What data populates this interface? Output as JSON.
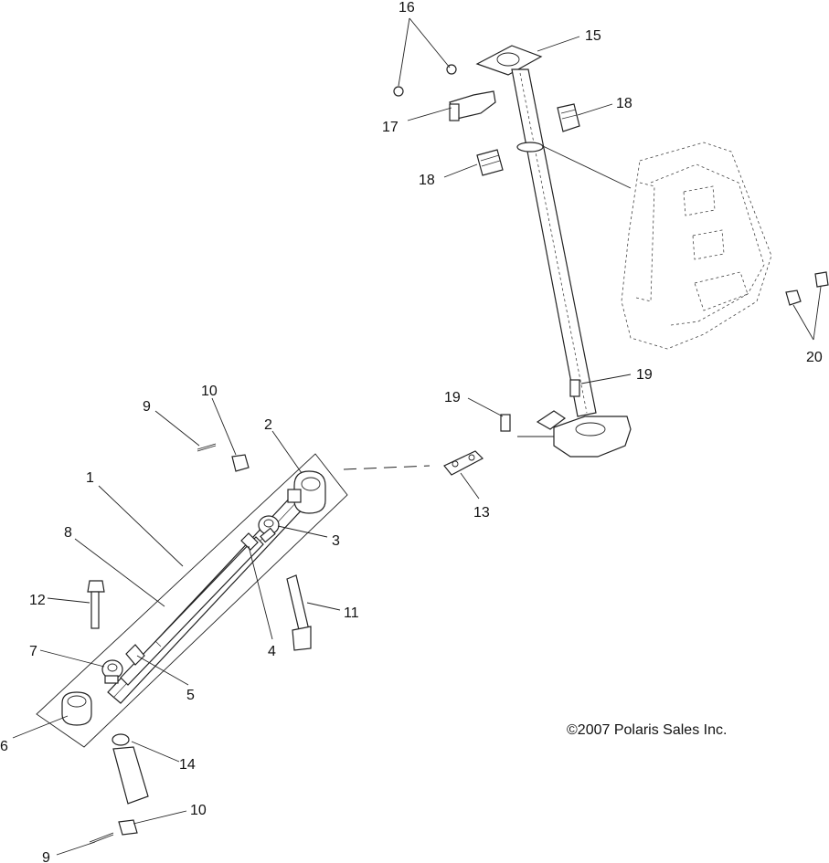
{
  "callouts": [
    {
      "id": "c1",
      "label": "1"
    },
    {
      "id": "c2",
      "label": "2"
    },
    {
      "id": "c3",
      "label": "3"
    },
    {
      "id": "c4",
      "label": "4"
    },
    {
      "id": "c5",
      "label": "5"
    },
    {
      "id": "c6",
      "label": "6"
    },
    {
      "id": "c7",
      "label": "7"
    },
    {
      "id": "c8",
      "label": "8"
    },
    {
      "id": "c9a",
      "label": "9"
    },
    {
      "id": "c9b",
      "label": "9"
    },
    {
      "id": "c10a",
      "label": "10"
    },
    {
      "id": "c10b",
      "label": "10"
    },
    {
      "id": "c11",
      "label": "11"
    },
    {
      "id": "c12",
      "label": "12"
    },
    {
      "id": "c13",
      "label": "13"
    },
    {
      "id": "c14",
      "label": "14"
    },
    {
      "id": "c15",
      "label": "15"
    },
    {
      "id": "c16",
      "label": "16"
    },
    {
      "id": "c17",
      "label": "17"
    },
    {
      "id": "c18a",
      "label": "18"
    },
    {
      "id": "c18b",
      "label": "18"
    },
    {
      "id": "c19a",
      "label": "19"
    },
    {
      "id": "c19b",
      "label": "19"
    },
    {
      "id": "c20",
      "label": "20"
    }
  ],
  "copyright": "©2007 Polaris Sales Inc."
}
